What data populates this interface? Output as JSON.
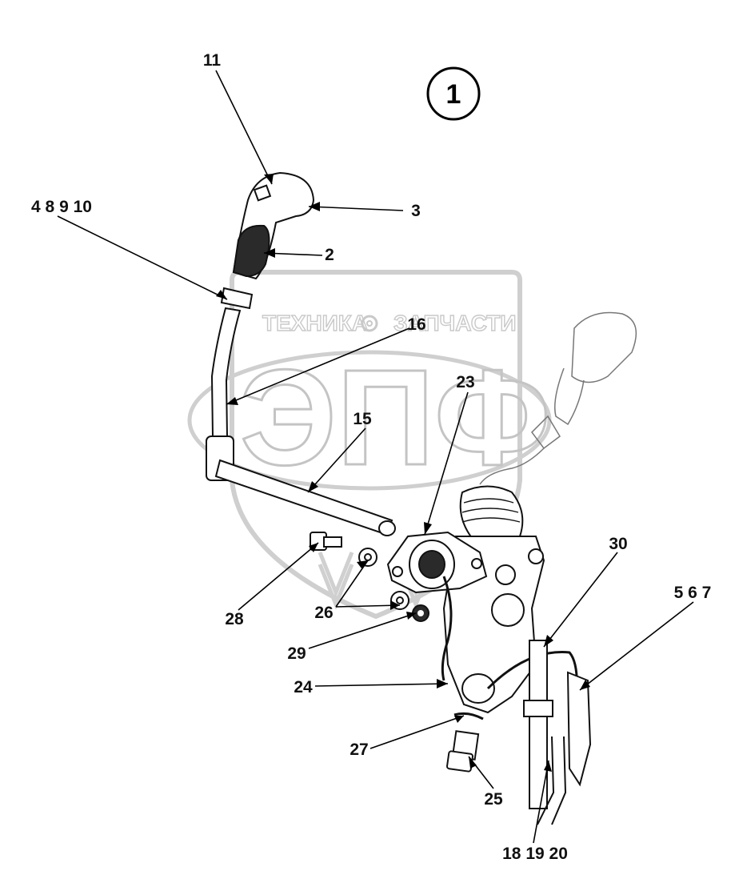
{
  "figure_number": "1",
  "watermark": {
    "left_word": "ТЕХНИКА",
    "right_word": "ЗАПЧАСТИ",
    "logo_letters": "ЭПФ"
  },
  "callouts": [
    {
      "id": "c11",
      "text": "11"
    },
    {
      "id": "c3",
      "text": "3"
    },
    {
      "id": "c4",
      "text": "4 8 9 10"
    },
    {
      "id": "c2",
      "text": "2"
    },
    {
      "id": "c16",
      "text": "16"
    },
    {
      "id": "c23",
      "text": "23"
    },
    {
      "id": "c15",
      "text": "15"
    },
    {
      "id": "c30",
      "text": "30"
    },
    {
      "id": "c5",
      "text": "5 6 7"
    },
    {
      "id": "c28",
      "text": "28"
    },
    {
      "id": "c26",
      "text": "26"
    },
    {
      "id": "c29",
      "text": "29"
    },
    {
      "id": "c24",
      "text": "24"
    },
    {
      "id": "c27",
      "text": "27"
    },
    {
      "id": "c25",
      "text": "25"
    },
    {
      "id": "c18",
      "text": "18 19 20"
    }
  ],
  "colors": {
    "line": "#111111",
    "watermark": "#c4c4c4",
    "background": "#ffffff"
  }
}
